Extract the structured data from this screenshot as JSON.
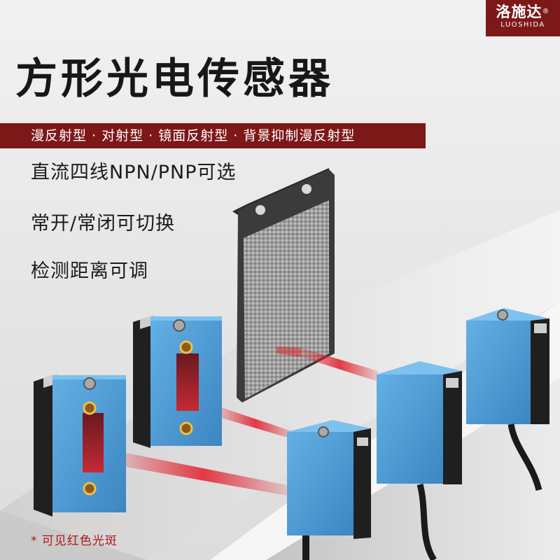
{
  "brand": {
    "name_cn": "洛施达",
    "registered_mark": "®",
    "name_en": "LUOSHIDA"
  },
  "title": "方形光电传感器",
  "banner": "漫反射型 · 对射型 · 镜面反射型 · 背景抑制漫反射型",
  "features": [
    "直流四线NPN/PNP可选",
    "常开/常闭可切换",
    "检测距离可调"
  ],
  "footnote": "* 可见红色光斑",
  "colors": {
    "brand_red": "#7d1818",
    "sensor_blue": "#4f9cd2",
    "beam_red": "#e21c28",
    "title_black": "#171717",
    "footnote_red": "#b41818"
  }
}
